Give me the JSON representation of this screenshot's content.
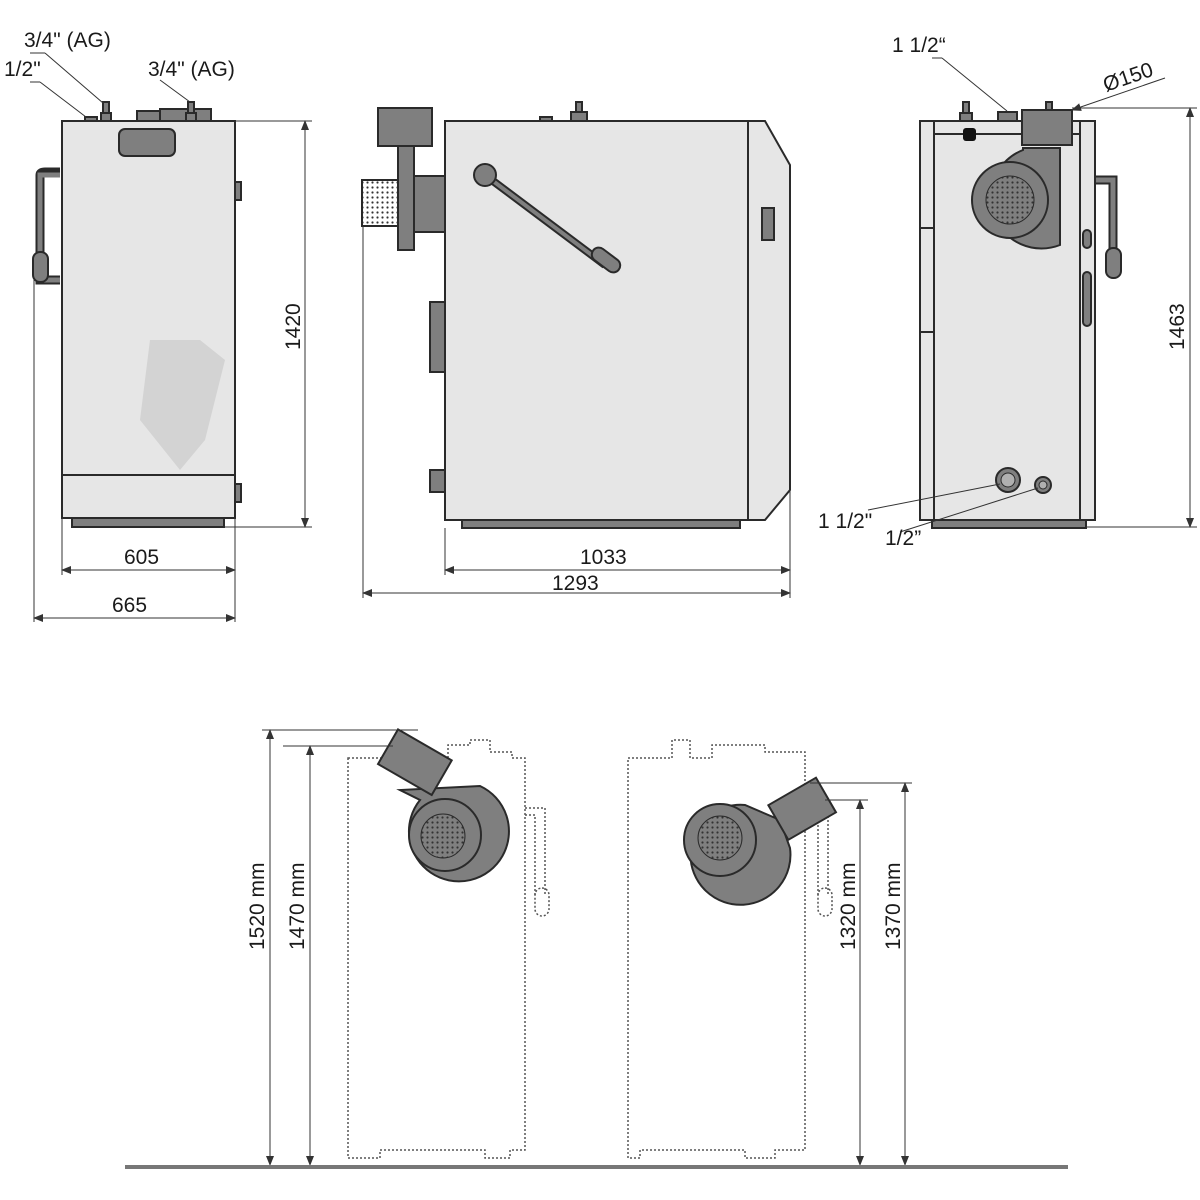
{
  "front_view": {
    "label_top_left_fitting": "3/4\" (AG)",
    "label_small_fitting": "1/2\"",
    "label_top_right_fitting": "3/4\" (AG)",
    "height_dim": "1420",
    "width_body_dim": "605",
    "width_total_dim": "665"
  },
  "side_view": {
    "depth_body_dim": "1033",
    "depth_total_dim": "1293"
  },
  "rear_view": {
    "label_top_connection": "1 1/2“",
    "label_flue_diameter": "Ø150",
    "height_dim": "1463",
    "label_bottom_large": "1 1/2\"",
    "label_bottom_small": "1/2”"
  },
  "fan_variants": {
    "left_outer_height": "1520 mm",
    "left_inner_height": "1470 mm",
    "right_inner_height": "1320 mm",
    "right_outer_height": "1370 mm"
  }
}
